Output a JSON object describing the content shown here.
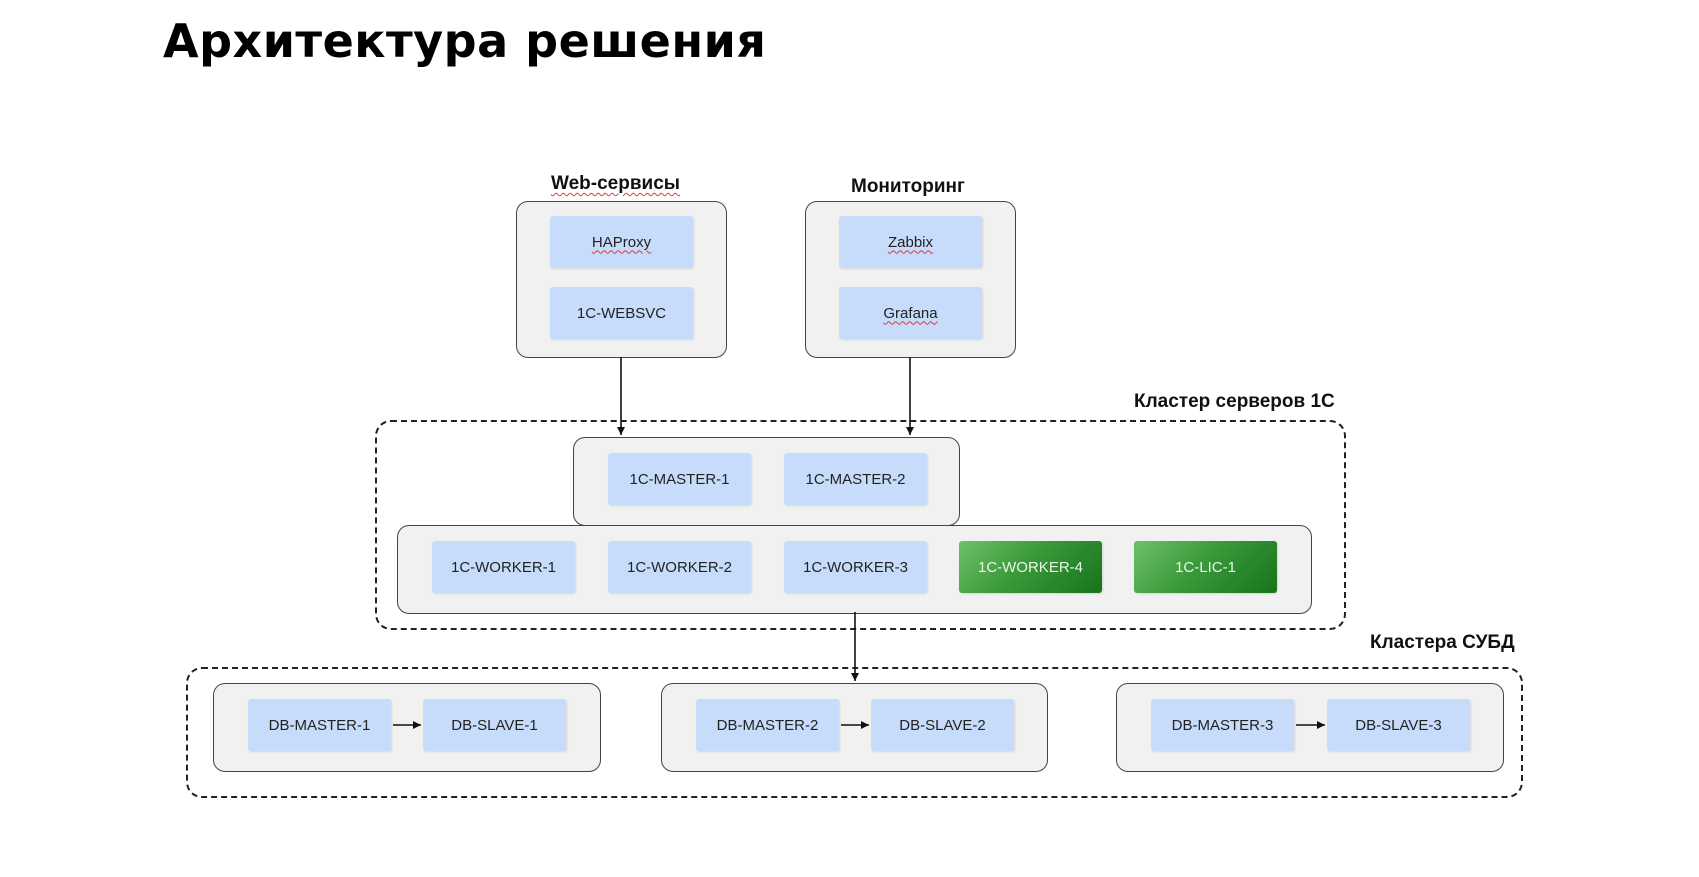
{
  "title": "Архитектура решения",
  "groups": {
    "web": "Web-сервисы",
    "monitoring": "Мониторинг",
    "cluster_1c": "Кластер серверов 1С",
    "db_clusters": "Кластера СУБД"
  },
  "nodes": {
    "haproxy": "HAProxy",
    "websvc": "1C-WEBSVC",
    "zabbix": "Zabbix",
    "grafana": "Grafana",
    "master1": "1C-MASTER-1",
    "master2": "1C-MASTER-2",
    "worker1": "1C-WORKER-1",
    "worker2": "1C-WORKER-2",
    "worker3": "1C-WORKER-3",
    "worker4": "1C-WORKER-4",
    "lic1": "1C-LIC-1",
    "db_master1": "DB-MASTER-1",
    "db_slave1": "DB-SLAVE-1",
    "db_master2": "DB-MASTER-2",
    "db_slave2": "DB-SLAVE-2",
    "db_master3": "DB-MASTER-3",
    "db_slave3": "DB-SLAVE-3"
  },
  "colors": {
    "node": "#c6dcfa",
    "node_highlight": "#2e8b2e",
    "panel": "#f1f1f1"
  }
}
